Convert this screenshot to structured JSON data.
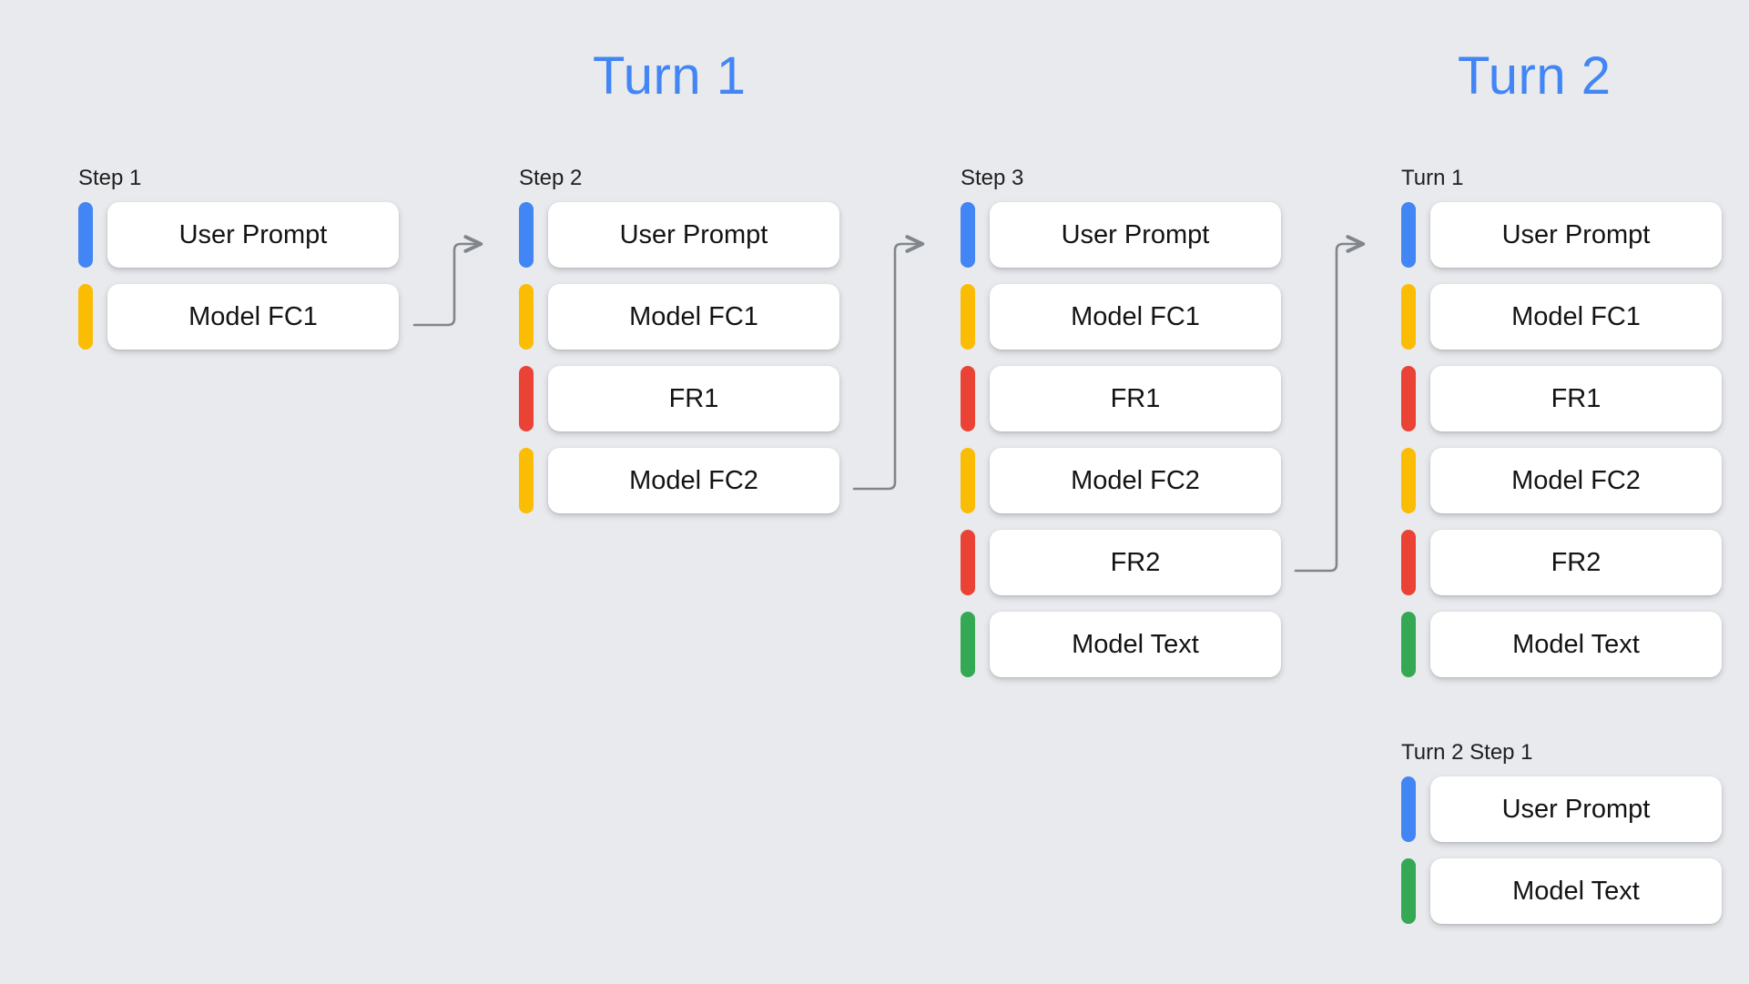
{
  "page": {
    "background_color": "#e8eaed",
    "title_color": "#4285f4"
  },
  "palette": {
    "blue": "#4285f4",
    "yellow": "#fbbc04",
    "red": "#ea4335",
    "green": "#34a853",
    "card_background": "#ffffff",
    "text": "#131314",
    "connector": "#80868b"
  },
  "headings": {
    "turn1": "Turn 1",
    "turn2": "Turn 2"
  },
  "columns": [
    {
      "id": "step1",
      "label": "Step 1",
      "rows": [
        {
          "label": "User Prompt",
          "color": "blue"
        },
        {
          "label": "Model FC1",
          "color": "yellow"
        }
      ]
    },
    {
      "id": "step2",
      "label": "Step 2",
      "rows": [
        {
          "label": "User Prompt",
          "color": "blue"
        },
        {
          "label": "Model FC1",
          "color": "yellow"
        },
        {
          "label": "FR1",
          "color": "red"
        },
        {
          "label": "Model FC2",
          "color": "yellow"
        }
      ]
    },
    {
      "id": "step3",
      "label": "Step 3",
      "rows": [
        {
          "label": "User Prompt",
          "color": "blue"
        },
        {
          "label": "Model FC1",
          "color": "yellow"
        },
        {
          "label": "FR1",
          "color": "red"
        },
        {
          "label": "Model FC2",
          "color": "yellow"
        },
        {
          "label": "FR2",
          "color": "red"
        },
        {
          "label": "Model Text",
          "color": "green"
        }
      ]
    },
    {
      "id": "turn1-right",
      "label": "Turn 1",
      "rows": [
        {
          "label": "User Prompt",
          "color": "blue"
        },
        {
          "label": "Model FC1",
          "color": "yellow"
        },
        {
          "label": "FR1",
          "color": "red"
        },
        {
          "label": "Model FC2",
          "color": "yellow"
        },
        {
          "label": "FR2",
          "color": "red"
        },
        {
          "label": "Model Text",
          "color": "green"
        }
      ]
    },
    {
      "id": "turn2-step1",
      "label": "Turn 2 Step 1",
      "rows": [
        {
          "label": "User Prompt",
          "color": "blue"
        },
        {
          "label": "Model Text",
          "color": "green"
        }
      ]
    }
  ],
  "connectors": [
    {
      "id": "step1-to-step2",
      "from": "Model FC1",
      "to": "User Prompt"
    },
    {
      "id": "step2-to-step3",
      "from": "Model FC2",
      "to": "User Prompt"
    },
    {
      "id": "step3-to-turn1-right",
      "from": "FR2",
      "to": "User Prompt"
    }
  ]
}
